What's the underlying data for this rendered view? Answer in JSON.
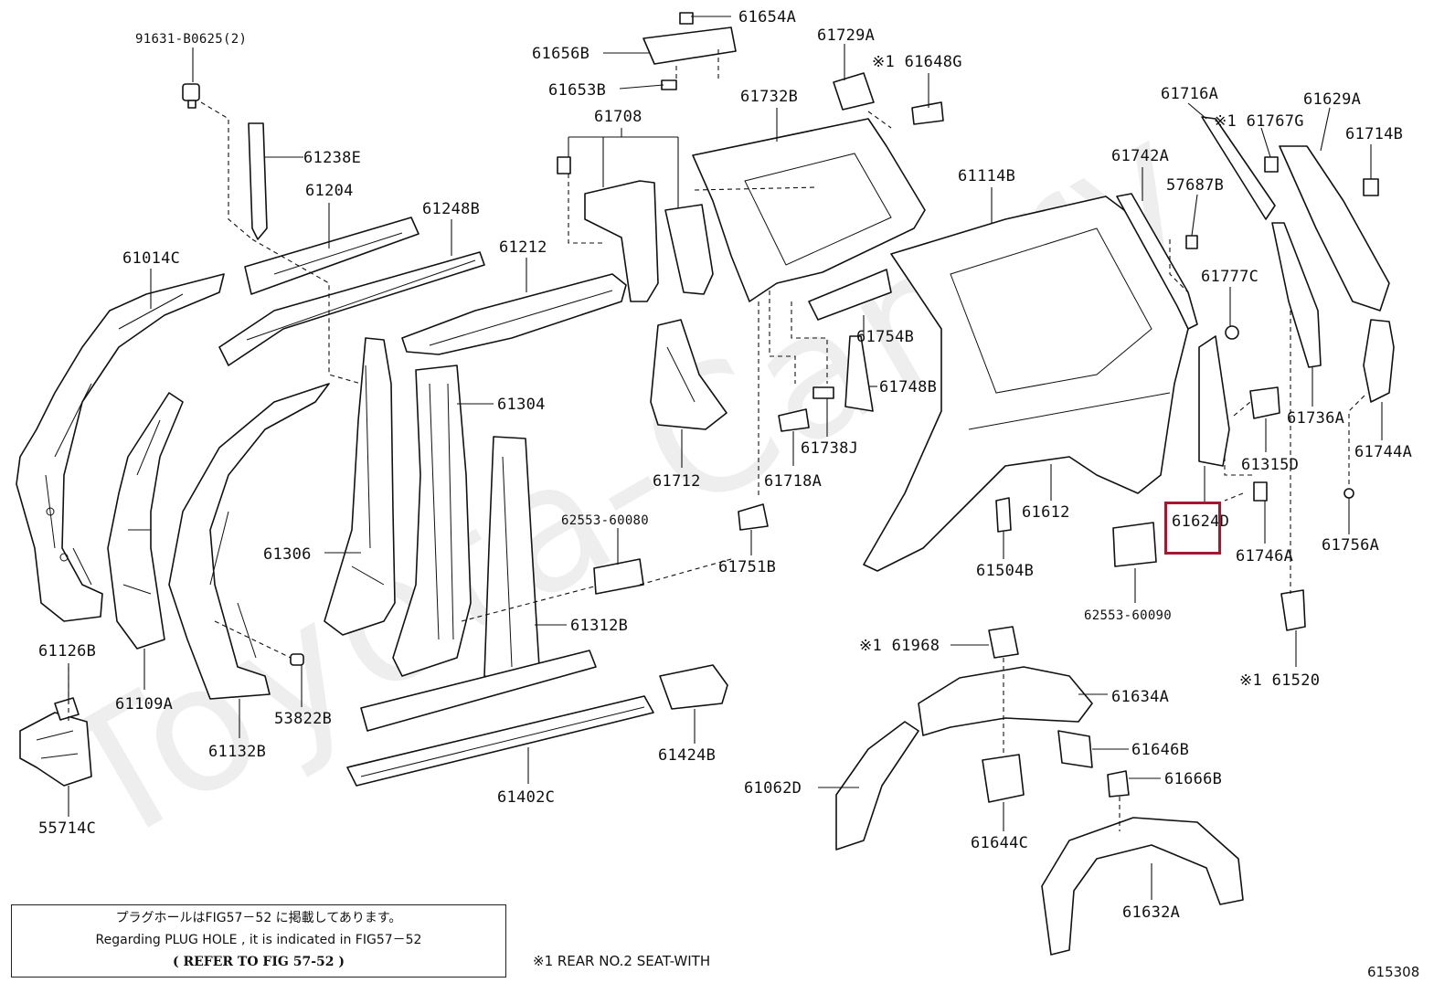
{
  "watermark": "Toyota-Camry",
  "labels": {
    "p91631": "91631-B0625(2)",
    "p61654A": "61654A",
    "p61656B": "61656B",
    "p61653B": "61653B",
    "p61729A": "61729A",
    "p61648G": "※1 61648G",
    "p61732B": "61732B",
    "p61708": "61708",
    "p61238E": "61238E",
    "p61204": "61204",
    "p61248B": "61248B",
    "p61014C": "61014C",
    "p61212": "61212",
    "p61304": "61304",
    "p61306": "61306",
    "p61712": "61712",
    "p61754B": "61754B",
    "p61748B": "61748B",
    "p61738J": "61738J",
    "p61718A": "61718A",
    "p62553_60080": "62553-60080",
    "p61751B": "61751B",
    "p61114B": "61114B",
    "p61742A": "61742A",
    "p61716A": "61716A",
    "p61767G": "※1 61767G",
    "p61629A": "61629A",
    "p61714B": "61714B",
    "p57687B": "57687B",
    "p61777C": "61777C",
    "p61736A": "61736A",
    "p61744A": "61744A",
    "p61315D": "61315D",
    "p61612": "61612",
    "p61504B": "61504B",
    "p61624D": "61624D",
    "p61746A": "61746A",
    "p61756A": "61756A",
    "p62553_60090": "62553-60090",
    "p61520": "※1 61520",
    "p61126B": "61126B",
    "p61109A": "61109A",
    "p61132B": "61132B",
    "p53822B": "53822B",
    "p61312B": "61312B",
    "p61402C": "61402C",
    "p61424B": "61424B",
    "p55714C": "55714C",
    "p61968": "※1 61968",
    "p61634A": "61634A",
    "p61646B": "61646B",
    "p61666B": "61666B",
    "p61062D": "61062D",
    "p61644C": "61644C",
    "p61632A": "61632A"
  },
  "note": {
    "jp": "プラグホールはFIG57－52 に掲載してあります。",
    "en": "Regarding  PLUG  HOLE  ,  it  is  indicated  in  FIG57－52",
    "ref": "(   REFER TO FIG 57-52 )"
  },
  "footnote": "※1 REAR NO.2 SEAT-WITH",
  "figure_number": "615308",
  "colors": {
    "highlight": "#a3192f",
    "lines": "#111111"
  }
}
